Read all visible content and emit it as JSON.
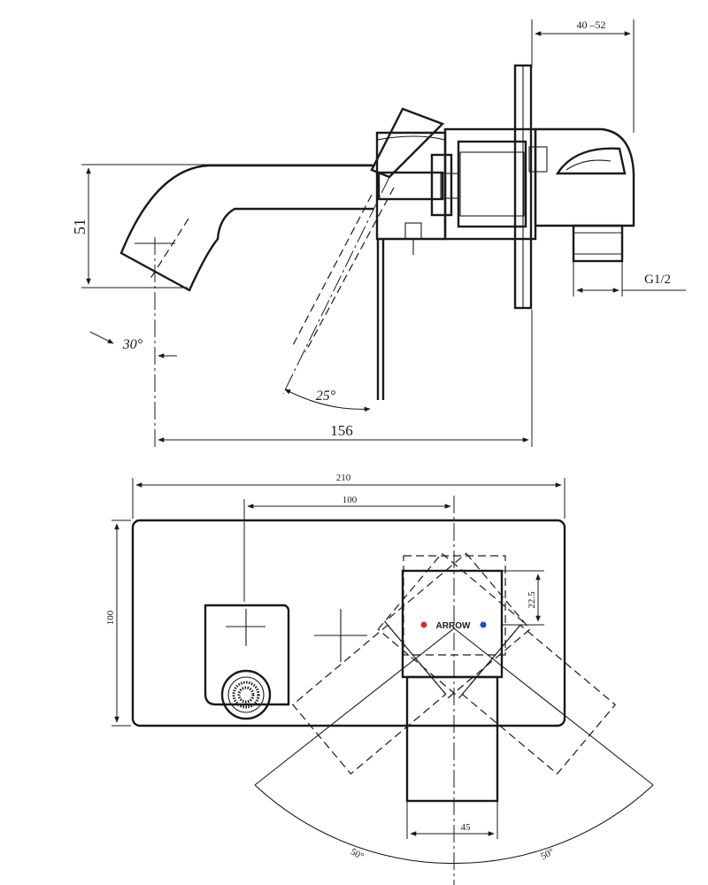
{
  "side_view": {
    "dim_outlet_height": "51",
    "dim_wall_depth": "40 –52",
    "dim_thread": "G1/2",
    "dim_spout_angle": "30°",
    "dim_handle_angle": "25°",
    "dim_total_length": "156"
  },
  "top_view": {
    "dim_plate_width": "210",
    "dim_plate_height": "100",
    "dim_center_distance": "100",
    "dim_handle_offset": "22.5",
    "dim_handle_width": "45",
    "dim_swing_left": "50°",
    "dim_swing_right": "50°",
    "brand_label": "ARROW",
    "hot_color": "#d32f2f",
    "cold_color": "#1e4fc2"
  }
}
